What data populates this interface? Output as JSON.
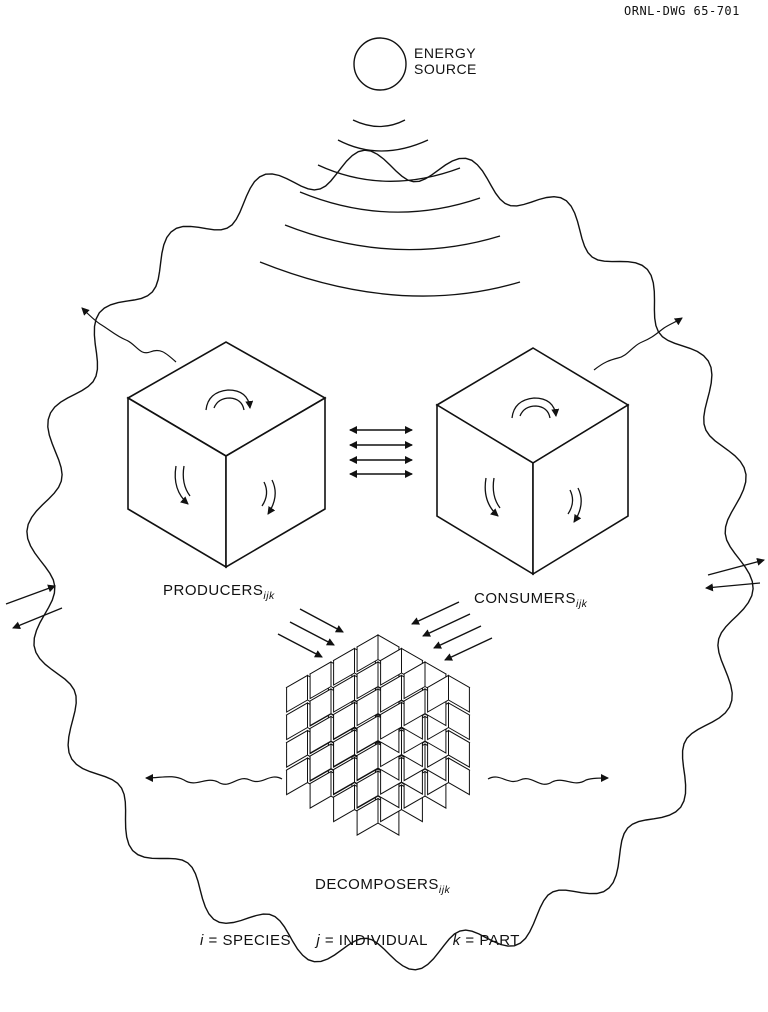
{
  "drawing_number": "ORNL-DWG 65-701",
  "energy_source": {
    "line1": "ENERGY",
    "line2": "SOURCE"
  },
  "producers": {
    "label": "PRODUCERS",
    "subscript": "ijk"
  },
  "consumers": {
    "label": "CONSUMERS",
    "subscript": "ijk"
  },
  "decomposers": {
    "label": "DECOMPOSERS",
    "subscript": "ijk"
  },
  "legend": {
    "i_symbol": "i",
    "i_text": "= SPECIES",
    "j_symbol": "j",
    "j_text": "= INDIVIDUAL",
    "k_symbol": "k",
    "k_text": "= PART"
  },
  "icons": [
    "sun-icon",
    "cube-icon",
    "arrow-icon"
  ],
  "colors": {
    "ink": "#111111",
    "paper": "#ffffff"
  }
}
